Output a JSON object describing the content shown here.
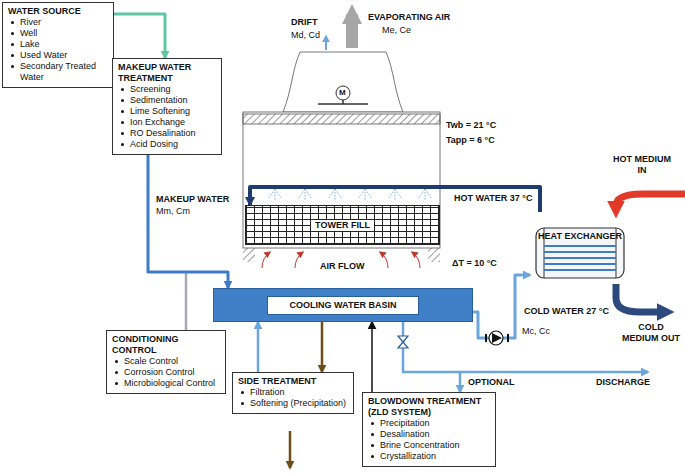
{
  "diagram": {
    "nodes": [
      {
        "text": [
          "WATER SOURCE",
          "River",
          "Well",
          "Lake",
          "Used Water",
          "Secondary Treated Water"
        ]
      },
      {
        "text": [
          "MAKEUP WATER TREATMENT",
          "Screening",
          "Sedimentation",
          "Lime Softening",
          "Ion Exchange",
          "RO Desalination",
          "Acid Dosing"
        ]
      },
      {
        "text": [
          "TOWER FILL"
        ]
      },
      {
        "text": [
          "HEAT EXCHANGER"
        ]
      },
      {
        "text": [
          "COOLING WATER BASIN"
        ]
      },
      {
        "text": [
          "CONDITIONING CONTROL",
          "Scale Control",
          "Corrosion Control",
          "Microbiological Control"
        ]
      },
      {
        "text": [
          "SIDE TREATMENT",
          "Filtration",
          "Softening (Precipitation)"
        ]
      },
      {
        "text": [
          "BLOWDOWN TREATMENT (ZLD SYSTEM)",
          "Precipitation",
          "Desalination",
          "Brine Concentration",
          "Crystallization"
        ]
      }
    ],
    "edges": [
      {
        "from": 0,
        "to": 1,
        "arrow": "to"
      },
      {
        "from": 1,
        "to": 4,
        "label": "MAKEUP WATER",
        "arrow": "to"
      },
      {
        "from": 3,
        "to": 2,
        "label": "HOT WATER 37 °C",
        "arrow": "to"
      },
      {
        "from": 4,
        "to": 3,
        "label": "COLD WATER 27 °C",
        "arrow": "to"
      },
      {
        "from": 4,
        "to": 6,
        "arrow": "to"
      },
      {
        "from": 6,
        "to": 4,
        "arrow": "to"
      },
      {
        "from": 4,
        "to": 7,
        "label": "OPTIONAL",
        "arrow": "to"
      },
      {
        "from": 7,
        "to": 4,
        "arrow": "to"
      }
    ],
    "labels": [
      "DRIFT",
      "Md, Cd",
      "EVAPORATING AIR",
      "Me, Ce",
      "M",
      "Twb = 21 °C",
      "Tapp = 6 °C",
      "AIR FLOW",
      "ΔT = 10 °C",
      "Mm, Cm",
      "HOT MEDIUM IN",
      "COLD MEDIUM OUT",
      "Mc, Cc",
      "DISCHARGE"
    ]
  }
}
